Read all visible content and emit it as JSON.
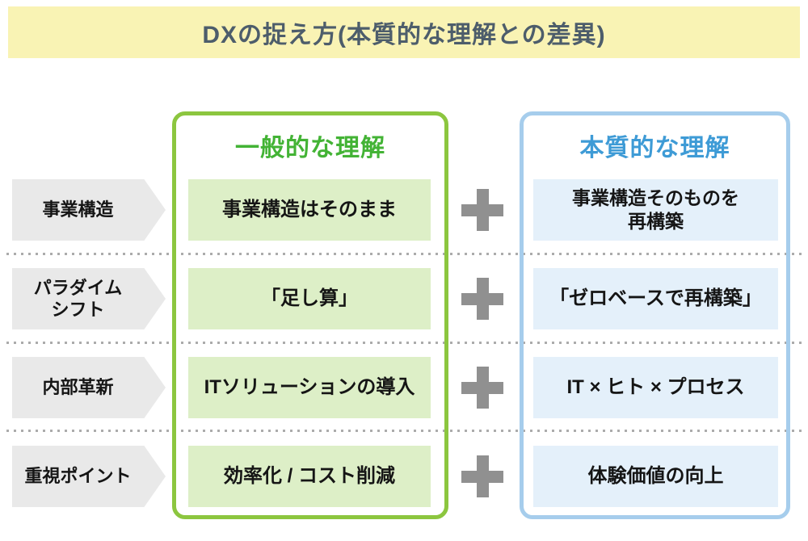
{
  "title": "DXの捉え方(本質的な理解との差異)",
  "columns": {
    "general": {
      "label": "一般的な理解"
    },
    "essential": {
      "label": "本質的な理解"
    }
  },
  "rows": [
    {
      "category": "事業構造",
      "general": "事業構造はそのまま",
      "essential_lines": [
        "事業構造そのものを",
        "再構築"
      ]
    },
    {
      "category_lines": [
        "パラダイム",
        "シフト"
      ],
      "general": "「足し算」",
      "essential": "「ゼロベースで再構築」"
    },
    {
      "category": "内部革新",
      "general": "ITソリューションの導入",
      "essential": "IT × ヒト × プロセス"
    },
    {
      "category": "重視ポイント",
      "general": "効率化 / コスト削減",
      "essential": "体験価値の向上"
    }
  ],
  "plus_symbol": "+",
  "theme": {
    "title_bg": "#F9F3B4",
    "title_text": "#4D5D6B",
    "green_border": "#8CC63F",
    "green_text": "#43B335",
    "green_cell_bg": "#DDEFC7",
    "blue_border": "#A6CDEC",
    "blue_text": "#3E9BD6",
    "blue_cell_bg": "#E4F0FA",
    "arrow_bg": "#E9E9E9",
    "plus_color": "#909090",
    "divider_color": "#ABABAB",
    "cell_text": "#151515"
  }
}
